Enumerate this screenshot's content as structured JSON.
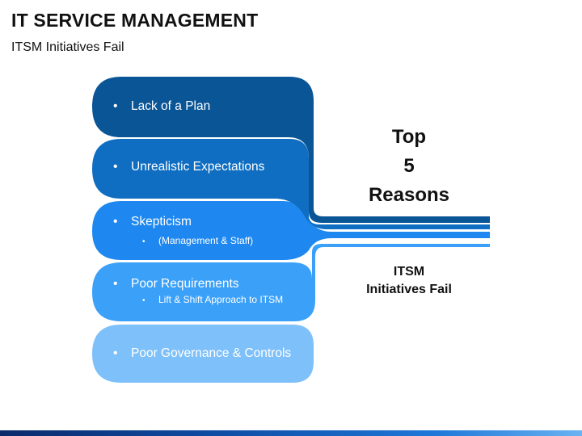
{
  "title": "IT SERVICE MANAGEMENT",
  "subtitle": "ITSM Initiatives Fail",
  "items": [
    {
      "label": "Lack of a Plan",
      "color": "#0a5596"
    },
    {
      "label": "Unrealistic Expectations",
      "color": "#0f6ec2"
    },
    {
      "label": "Skepticism",
      "sub": "(Management & Staff)",
      "color": "#1e88f0"
    },
    {
      "label": "Poor Requirements",
      "sub": "Lift & Shift Approach to ITSM",
      "color": "#3aa0f8"
    },
    {
      "label": "Poor Governance & Controls",
      "color": "#7ec0fa"
    }
  ],
  "center": {
    "top_line1": "Top",
    "top_line2": "5",
    "top_line3": "Reasons",
    "fail_line1": "ITSM",
    "fail_line2": "Initiatives Fail"
  },
  "bullet_char": "•"
}
